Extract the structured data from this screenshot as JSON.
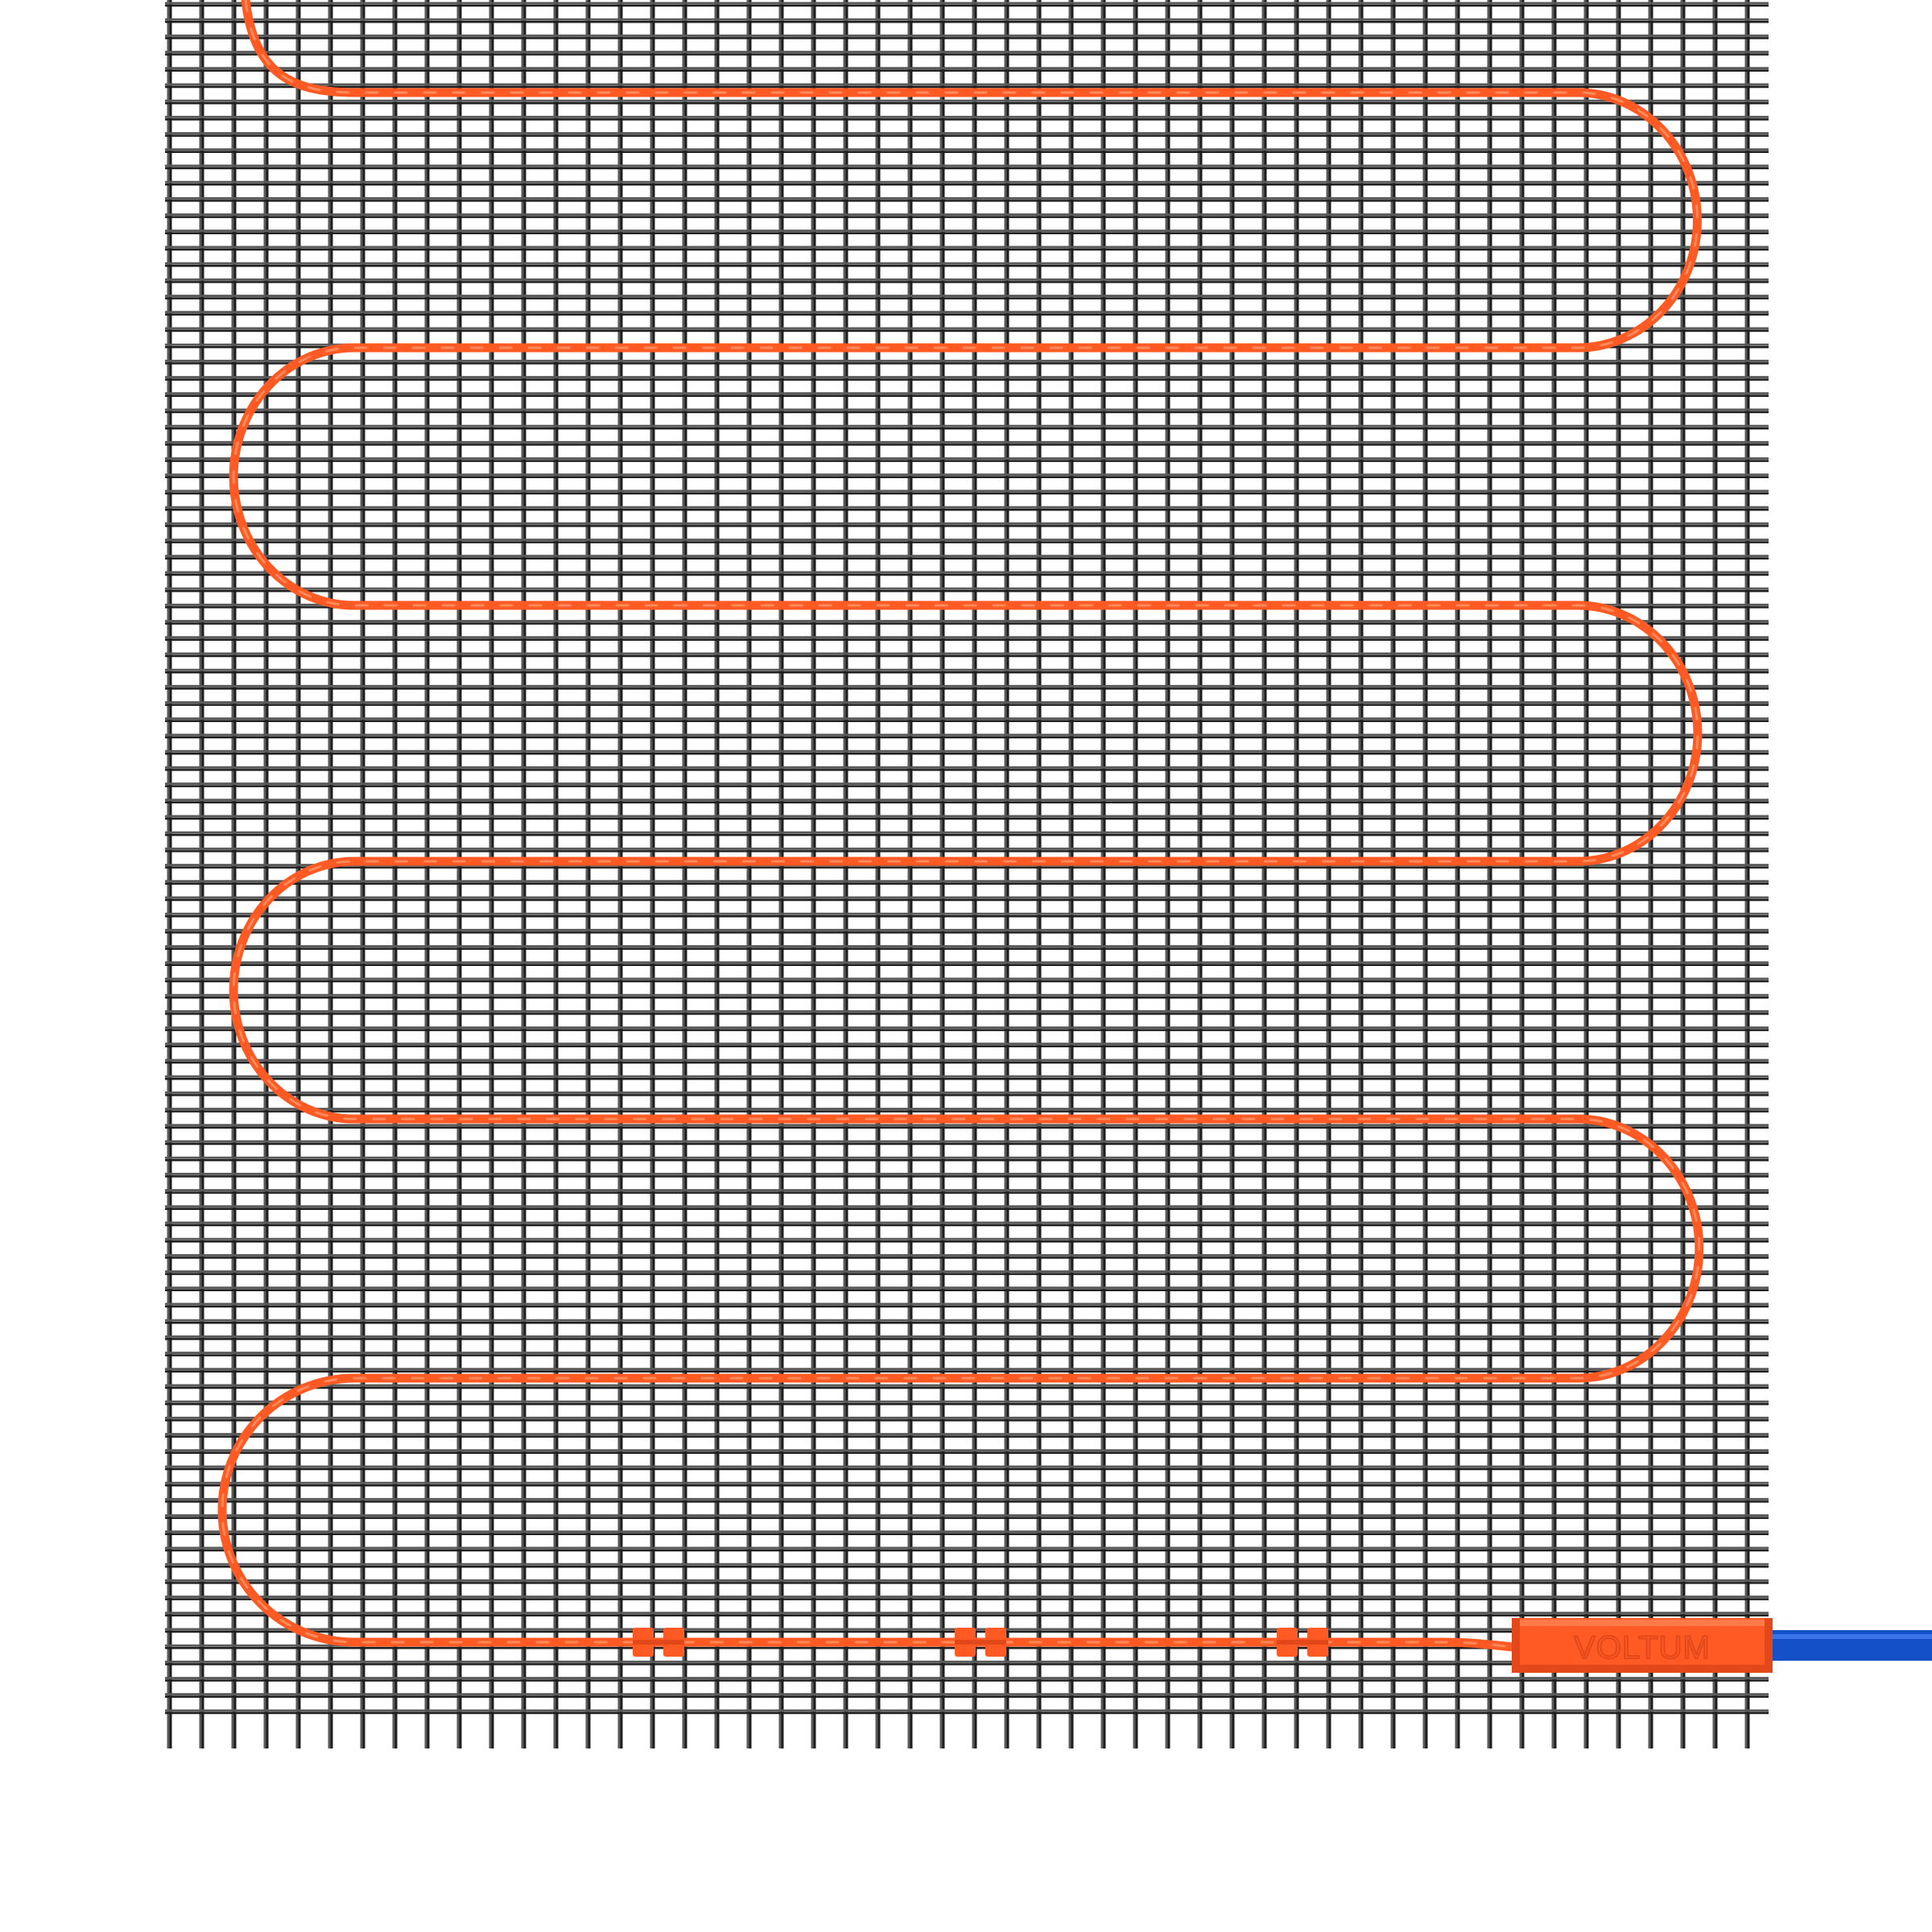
{
  "product": {
    "brand_label": "VOLTUM"
  },
  "colors": {
    "background": "#ffffff",
    "mesh": "#5a5a5a",
    "mesh_shadow": "#1e1e1e",
    "heating_cable": "#ff5a24",
    "cable_highlight": "#ff8a5a",
    "coupling_sleeve": "#ff5a24",
    "cold_lead": "#1450c8"
  },
  "icons": {
    "mesh": "fiberglass-mesh-grid",
    "cable": "orange-heating-cable-serpentine",
    "clips": "cable-fastening-clips",
    "sleeve": "coupling-sleeve",
    "lead": "blue-power-lead"
  }
}
